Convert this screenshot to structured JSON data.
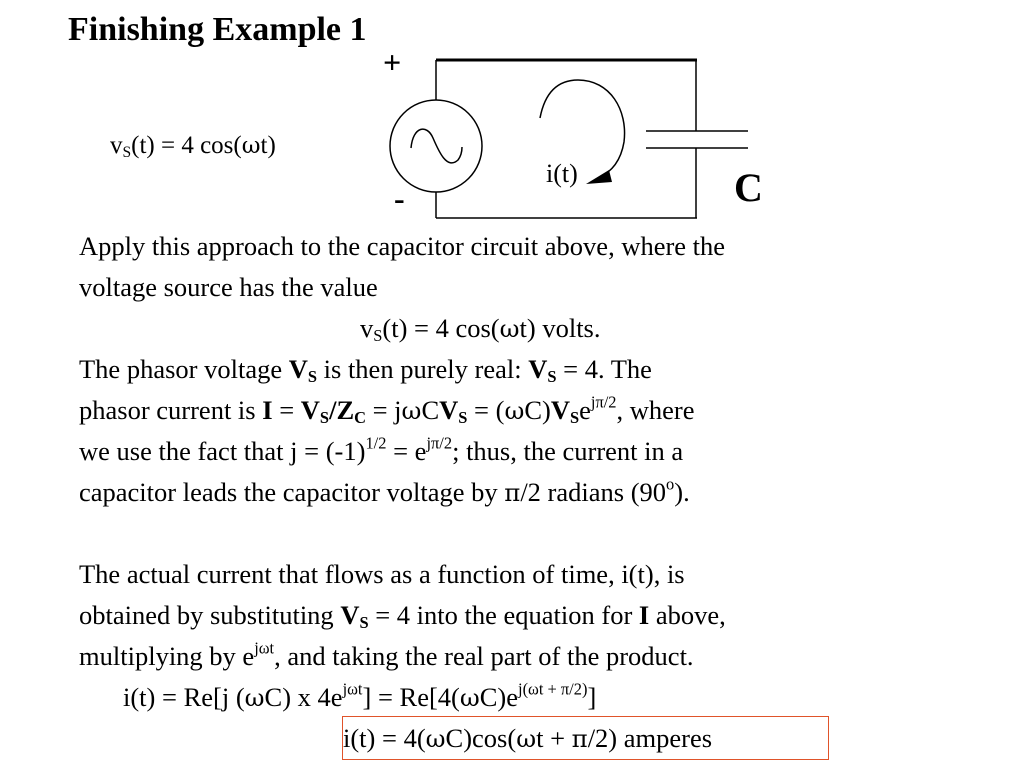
{
  "slide": {
    "title": "Finishing Example 1"
  },
  "circuit": {
    "plus_label": "+",
    "minus_label": "-",
    "current_label": "i(t)",
    "capacitor_label": "C",
    "source_expression": {
      "v": "v",
      "sub": "S",
      "rest": "(t) = 4 cos(",
      "omega": "ω",
      "tail": "t)"
    }
  },
  "text": {
    "line1": "Apply this approach to the capacitor circuit above, where the",
    "line2": "voltage source has the value",
    "line3": {
      "a": "v",
      "sub": "S",
      "b": "(t) = 4 cos(",
      "omega": "ω",
      "c": "t) volts."
    },
    "line4": {
      "a": "The phasor voltage ",
      "V": "V",
      "S": "S",
      "b": " is then purely real:  ",
      "V2": "V",
      "S2": "S",
      "c": " = 4.  The"
    },
    "line5": {
      "a": "phasor current is ",
      "I": "I",
      "b": " = ",
      "V": "V",
      "S": "S",
      "slash": "/",
      "Z": "Z",
      "C": "C",
      "c": " =  j",
      "omega": "ω",
      "d": "C",
      "V2": "V",
      "S2": "S",
      "e": " = (",
      "omega2": "ω",
      "f": "C)",
      "V3": "V",
      "S3": "S",
      "g": "e",
      "sup": "jπ/2",
      "h": ", where"
    },
    "line6": {
      "a": "we use the fact that j = (-1)",
      "sup1": "1/2",
      "b": " = e",
      "sup2": "jπ/2",
      "c": "; thus, the current in a"
    },
    "line7": {
      "a": "capacitor leads the capacitor voltage by ",
      "pi": "π",
      "b": "/2 radians (90",
      "sup": "o",
      "c": ")."
    },
    "line8": "The actual current that flows as a function of time, i(t), is",
    "line9": {
      "a": "obtained by substituting ",
      "V": "V",
      "S": "S",
      "b": " = 4 into the equation for ",
      "I": "I",
      "c": " above,"
    },
    "line10": {
      "a": "multiplying by  e",
      "sup": "jωt",
      "b": ", and taking the real part of the product."
    },
    "line11": {
      "a": "i(t) = Re[j (",
      "omega": "ω",
      "b": "C) x 4e",
      "sup1": "jωt",
      "c": "] = Re[4(",
      "omega2": "ω",
      "d": "C)e",
      "sup2": "j(ωt + π/2)",
      "e": "]"
    },
    "line12": {
      "a": "i(t) = 4(",
      "omega": "ω",
      "b": "C)cos(",
      "omega2": "ω",
      "c": "t + ",
      "pi": "π",
      "d": "/2) amperes"
    }
  },
  "colors": {
    "answer_box_border": "#e0532a",
    "text": "#000000",
    "background": "#ffffff"
  }
}
